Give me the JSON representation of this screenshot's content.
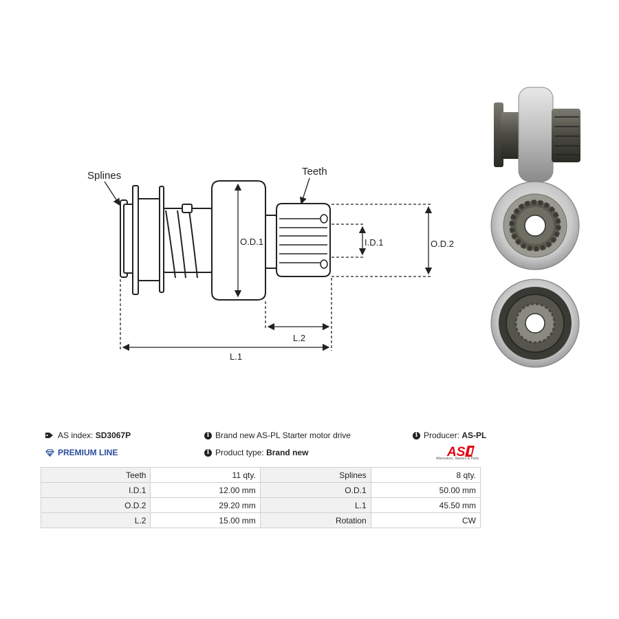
{
  "drawing": {
    "labels": {
      "splines": "Splines",
      "teeth": "Teeth",
      "od1": "O.D.1",
      "id1": "I.D.1",
      "od2": "O.D.2",
      "l1": "L.1",
      "l2": "L.2"
    }
  },
  "info": {
    "as_index_label": "AS index:",
    "as_index_value": "SD3067P",
    "premium": "PREMIUM LINE",
    "description": "Brand new AS-PL Starter motor drive",
    "product_type_label": "Product type:",
    "product_type_value": "Brand new",
    "producer_label": "Producer:",
    "producer_value": "AS-PL"
  },
  "logo": {
    "text": "AS",
    "subtitle": "Alternators, Starters & Parts",
    "color": "#e30613"
  },
  "specs": [
    {
      "l1": "Teeth",
      "v1": "11 qty.",
      "l2": "Splines",
      "v2": "8 qty."
    },
    {
      "l1": "I.D.1",
      "v1": "12.00 mm",
      "l2": "O.D.1",
      "v2": "50.00 mm"
    },
    {
      "l1": "O.D.2",
      "v1": "29.20 mm",
      "l2": "L.1",
      "v2": "45.50 mm"
    },
    {
      "l1": "L.2",
      "v1": "15.00 mm",
      "l2": "Rotation",
      "v2": "CW"
    }
  ]
}
